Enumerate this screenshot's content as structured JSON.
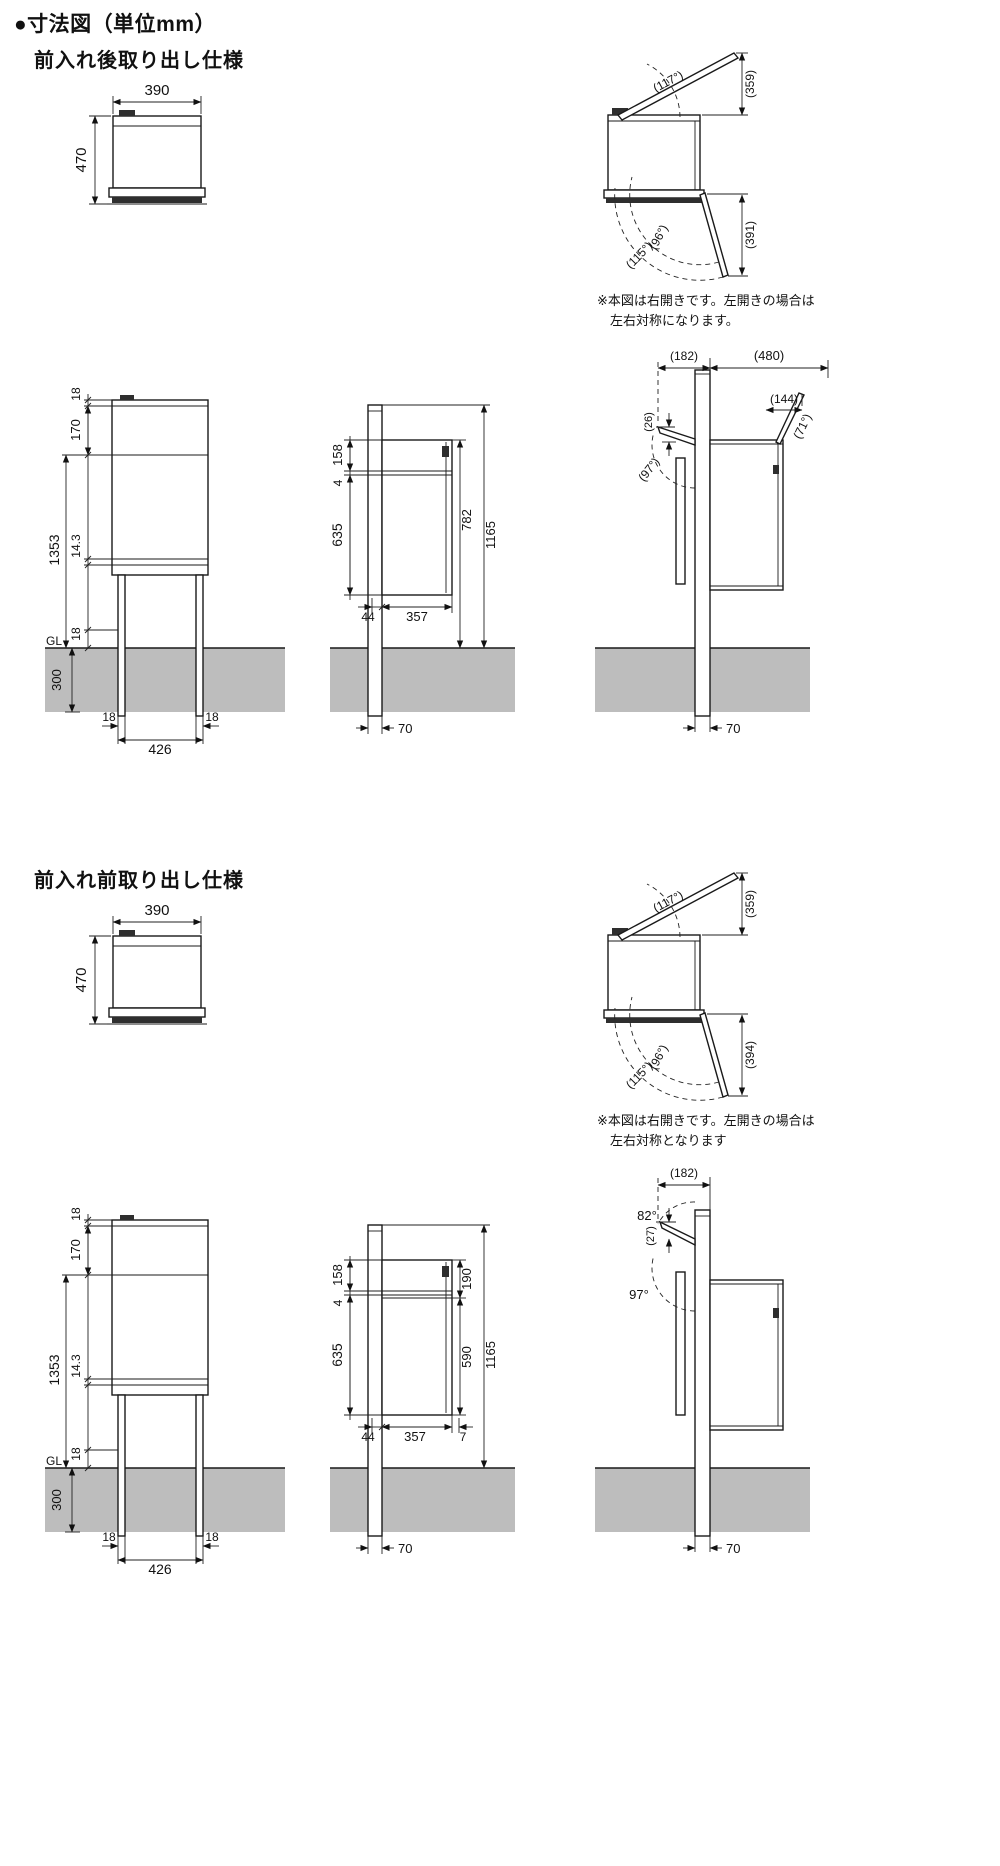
{
  "title": "●寸法図（単位mm）",
  "front_view": {
    "width": "390",
    "height": "470"
  },
  "lid_view": {
    "open_angle": "(117°)",
    "lid_reach": "(359)",
    "door_angle_1": "(96°)",
    "door_angle_2": "(115°)"
  },
  "elevation": {
    "top18": "18",
    "d170": "170",
    "d1353": "1353",
    "d14_3": "14.3",
    "low18": "18",
    "gl": "GL",
    "d300": "300",
    "b18l": "18",
    "d426": "426",
    "b18r": "18"
  },
  "section1": {
    "heading": "前入れ後取り出し仕様",
    "note_line1": "※本図は右開きです。左開きの場合は",
    "note_line2": "左右対称になります。",
    "door_reach": "(391)",
    "side_view": {
      "d158": "158",
      "d4": "4",
      "d635": "635",
      "d782": "782",
      "d1165": "1165",
      "d44": "44",
      "d357": "357",
      "d70": "70"
    },
    "open_view": {
      "d182": "(182)",
      "d480": "(480)",
      "d26": "(26)",
      "d144": "(144)",
      "a71": "(71°)",
      "a97": "(97°)",
      "d70": "70"
    }
  },
  "section2": {
    "heading": "前入れ前取り出し仕様",
    "note_line1": "※本図は右開きです。左開きの場合は",
    "note_line2": "左右対称となります",
    "door_reach": "(394)",
    "side_view": {
      "d158": "158",
      "d4": "4",
      "d635": "635",
      "d190": "190",
      "d590": "590",
      "d1165": "1165",
      "d44": "44",
      "d357": "357",
      "d7": "7",
      "d70": "70"
    },
    "open_view": {
      "d182": "(182)",
      "a82": "82°",
      "d27": "(27)",
      "a97": "97°",
      "d70": "70"
    }
  }
}
